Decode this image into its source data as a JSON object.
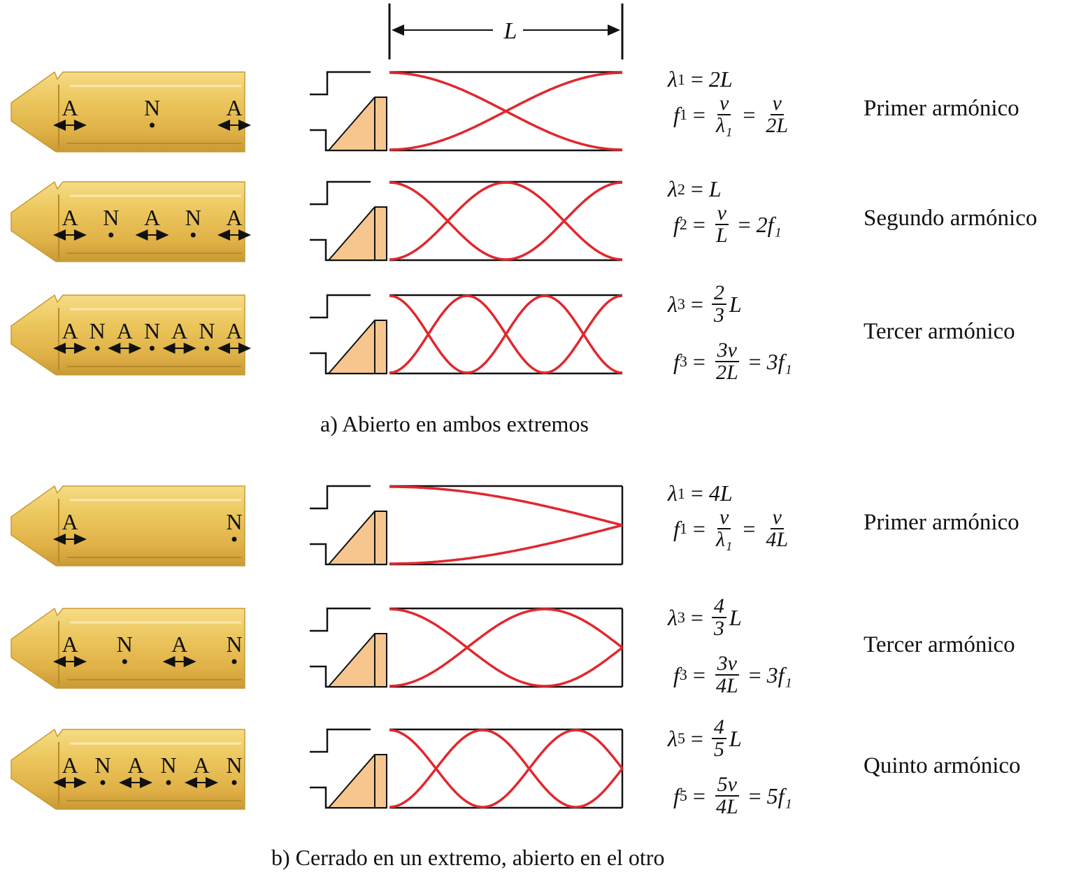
{
  "length_label": "L",
  "node_letter": "N",
  "antinode_letter": "A",
  "colors": {
    "wave": "#e0282e",
    "pipe_body": "#e9c25a",
    "reed": "#f7c68e",
    "ink": "#111111"
  },
  "sections": [
    {
      "caption": "a) Abierto en ambos extremos",
      "closed_end": false,
      "rows": [
        {
          "name": "Primer armónico",
          "lambda_n": "1",
          "lambda_rhs": "2L",
          "lambda_frac": null,
          "f_n": "1",
          "f_parts": [
            {
              "num": "v",
              "den": "λ₁"
            },
            {
              "num": "v",
              "den": "2L"
            }
          ],
          "f_tail": "",
          "markers": [
            "A",
            "N",
            "A"
          ],
          "loops": 1
        },
        {
          "name": "Segundo armónico",
          "lambda_n": "2",
          "lambda_rhs": "L",
          "lambda_frac": null,
          "f_n": "2",
          "f_parts": [
            {
              "num": "v",
              "den": "L"
            }
          ],
          "f_tail": "2f₁",
          "markers": [
            "A",
            "N",
            "A",
            "N",
            "A"
          ],
          "loops": 2
        },
        {
          "name": "Tercer armónico",
          "lambda_n": "3",
          "lambda_rhs": "L",
          "lambda_frac": {
            "num": "2",
            "den": "3"
          },
          "f_n": "3",
          "f_parts": [
            {
              "num": "3v",
              "den": "2L"
            }
          ],
          "f_tail": "3f₁",
          "markers": [
            "A",
            "N",
            "A",
            "N",
            "A",
            "N",
            "A"
          ],
          "loops": 3
        }
      ]
    },
    {
      "caption": "b) Cerrado en un extremo, abierto en el otro",
      "closed_end": true,
      "rows": [
        {
          "name": "Primer armónico",
          "lambda_n": "1",
          "lambda_rhs": "4L",
          "lambda_frac": null,
          "f_n": "1",
          "f_parts": [
            {
              "num": "v",
              "den": "λ₁"
            },
            {
              "num": "v",
              "den": "4L"
            }
          ],
          "f_tail": "",
          "markers": [
            "A",
            "N"
          ],
          "loops": 0.5
        },
        {
          "name": "Tercer armónico",
          "lambda_n": "3",
          "lambda_rhs": "L",
          "lambda_frac": {
            "num": "4",
            "den": "3"
          },
          "f_n": "3",
          "f_parts": [
            {
              "num": "3v",
              "den": "4L"
            }
          ],
          "f_tail": "3f₁",
          "markers": [
            "A",
            "N",
            "A",
            "N"
          ],
          "loops": 1.5
        },
        {
          "name": "Quinto armónico",
          "lambda_n": "5",
          "lambda_rhs": "L",
          "lambda_frac": {
            "num": "4",
            "den": "5"
          },
          "f_n": "5",
          "f_parts": [
            {
              "num": "5v",
              "den": "4L"
            }
          ],
          "f_tail": "5f₁",
          "markers": [
            "A",
            "N",
            "A",
            "N",
            "A",
            "N"
          ],
          "loops": 2.5
        }
      ]
    }
  ]
}
